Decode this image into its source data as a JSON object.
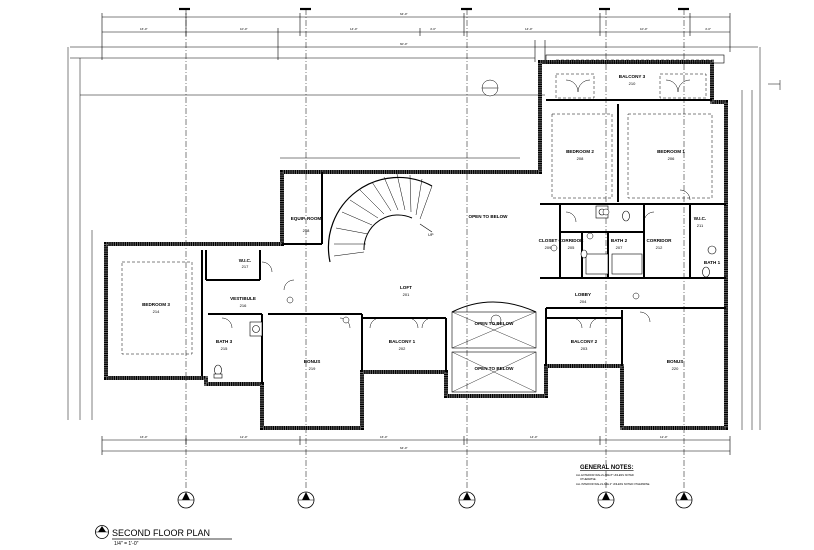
{
  "plan": {
    "title": "SECOND FLOOR PLAN",
    "scale": "1/4\" = 1'-0\"",
    "notes": {
      "heading": "GENERAL NOTES:",
      "lines": [
        "ALL EXTERIOR WALLS ARE 8\" UNLESS NOTED",
        "OTHERWISE.",
        "ALL INTERIOR WALLS ARE 4\" UNLESS NOTED OTHERWISE."
      ]
    },
    "rooms": [
      {
        "name": "BALCONY 3",
        "number": "210"
      },
      {
        "name": "BEDROOM 2",
        "number": "208"
      },
      {
        "name": "BEDROOM 1",
        "number": "206"
      },
      {
        "name": "EQUIP. ROOM",
        "number": "218"
      },
      {
        "name": "OPEN TO BELOW",
        "number": ""
      },
      {
        "name": "CLOSET",
        "number": "209"
      },
      {
        "name": "CORRIDOR",
        "number": "205"
      },
      {
        "name": "BATH 2",
        "number": "207"
      },
      {
        "name": "CORRIDOR",
        "number": "212"
      },
      {
        "name": "W.I.C.",
        "number": "211"
      },
      {
        "name": "BATH 1",
        "number": ""
      },
      {
        "name": "W.I.C.",
        "number": "217"
      },
      {
        "name": "VESTIBULE",
        "number": "216"
      },
      {
        "name": "BEDROOM 3",
        "number": "214"
      },
      {
        "name": "LOFT",
        "number": "201"
      },
      {
        "name": "LOBBY",
        "number": "204"
      },
      {
        "name": "BATH 3",
        "number": "215"
      },
      {
        "name": "BONUS",
        "number": "219"
      },
      {
        "name": "BALCONY 1",
        "number": "202"
      },
      {
        "name": "OPEN TO BELOW",
        "number": ""
      },
      {
        "name": "OPEN TO BELOW",
        "number": ""
      },
      {
        "name": "BALCONY 2",
        "number": "203"
      },
      {
        "name": "BONUS",
        "number": "220"
      }
    ],
    "stair_label": "UP"
  }
}
